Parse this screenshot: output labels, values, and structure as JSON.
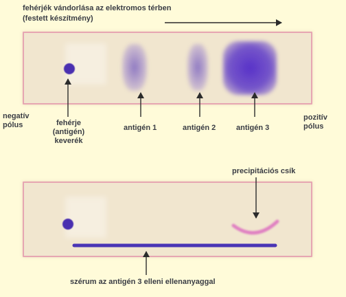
{
  "title": {
    "line1": "fehérjék vándorlása az elektromos térben",
    "line2": "(festett készítmény)"
  },
  "labels": {
    "negative_pole": [
      "negatív",
      "pólus"
    ],
    "positive_pole": [
      "pozitív",
      "pólus"
    ],
    "mixture": [
      "fehérje",
      "(antigén)",
      "keverék"
    ],
    "antigen1": "antigén 1",
    "antigen2": "antigén 2",
    "antigen3": "antigén 3",
    "precipitation": "precipitációs csík",
    "serum": "szérum az antigén 3 elleni ellenanyaggal"
  },
  "colors": {
    "background": "#fffbd9",
    "gel": "#f1e6cf",
    "gel_border": "#e6a6b2",
    "well": "#4a2fb0",
    "serum_line": "#4a35b5",
    "precipitation_arc": "#dd6fc0",
    "text": "#3a3d44"
  }
}
